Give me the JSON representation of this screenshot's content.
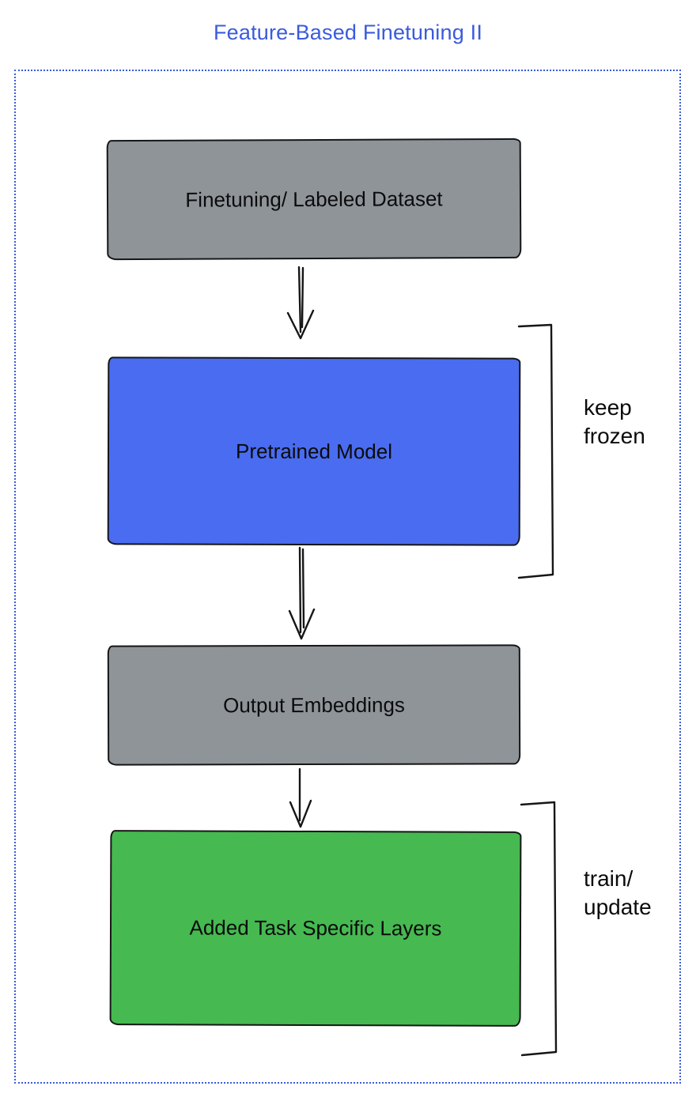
{
  "title": "Feature-Based Finetuning II",
  "nodes": {
    "dataset": {
      "label": "Finetuning/ Labeled Dataset"
    },
    "pretrained": {
      "label": "Pretrained Model"
    },
    "embeddings": {
      "label": "Output Embeddings"
    },
    "task_layers": {
      "label": "Added Task Specific Layers"
    }
  },
  "annotations": {
    "keep_frozen": {
      "line1": "keep",
      "line2": "frozen"
    },
    "train_update": {
      "line1": "train/",
      "line2": "update"
    }
  },
  "colors": {
    "title_blue": "#3b5bdb",
    "frame_blue": "#3b5bdb",
    "gray": "#8f9499",
    "blue": "#4a6cf0",
    "green": "#46b951",
    "ink": "#161616"
  }
}
